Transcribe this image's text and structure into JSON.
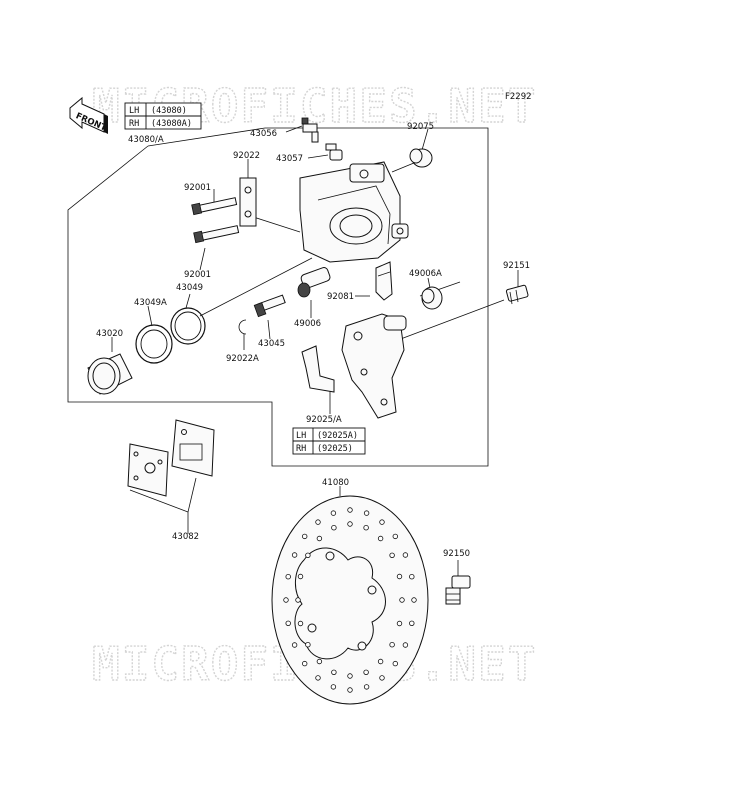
{
  "watermark": {
    "text": "MICROFICHES.NET"
  },
  "figure_code": "F2292",
  "front_arrow": {
    "text": "FRONT"
  },
  "caliper_assembly": {
    "code": "43080/A",
    "table": [
      {
        "side": "LH",
        "part": "(43080)"
      },
      {
        "side": "RH",
        "part": "(43080A)"
      }
    ]
  },
  "bracket_assembly": {
    "code": "92025/A",
    "table": [
      {
        "side": "LH",
        "part": "(92025A)"
      },
      {
        "side": "RH",
        "part": "(92025)"
      }
    ]
  },
  "part_labels": {
    "p43056": "43056",
    "p43057": "43057",
    "p92075": "92075",
    "p92022": "92022",
    "p92001a": "92001",
    "p92001b": "92001",
    "p43049": "43049",
    "p43049A": "43049A",
    "p43020": "43020",
    "p92022A": "92022A",
    "p43045": "43045",
    "p49006": "49006",
    "p92081": "92081",
    "p49006A": "49006A",
    "p92151": "92151",
    "p43082": "43082",
    "p41080": "41080",
    "p92150": "92150"
  }
}
